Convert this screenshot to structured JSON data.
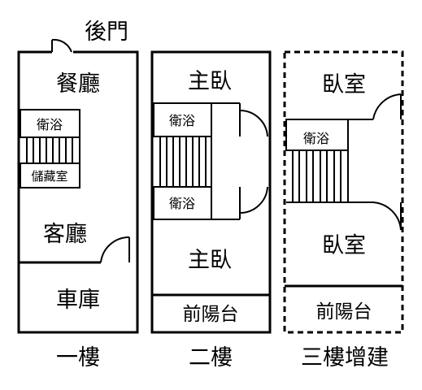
{
  "floors": [
    {
      "caption": "一樓",
      "door_label": "後門",
      "rooms": {
        "dining": "餐廳",
        "bath": "衛浴",
        "storage": "儲藏室",
        "living": "客廳",
        "garage": "車庫"
      }
    },
    {
      "caption": "二樓",
      "rooms": {
        "master_top": "主臥",
        "bath_top": "衛浴",
        "bath_bottom": "衛浴",
        "master_bottom": "主臥",
        "balcony": "前陽台"
      }
    },
    {
      "caption": "三樓增建",
      "rooms": {
        "bedroom_top": "臥室",
        "bath": "衛浴",
        "bedroom_bottom": "臥室",
        "balcony": "前陽台"
      }
    }
  ]
}
